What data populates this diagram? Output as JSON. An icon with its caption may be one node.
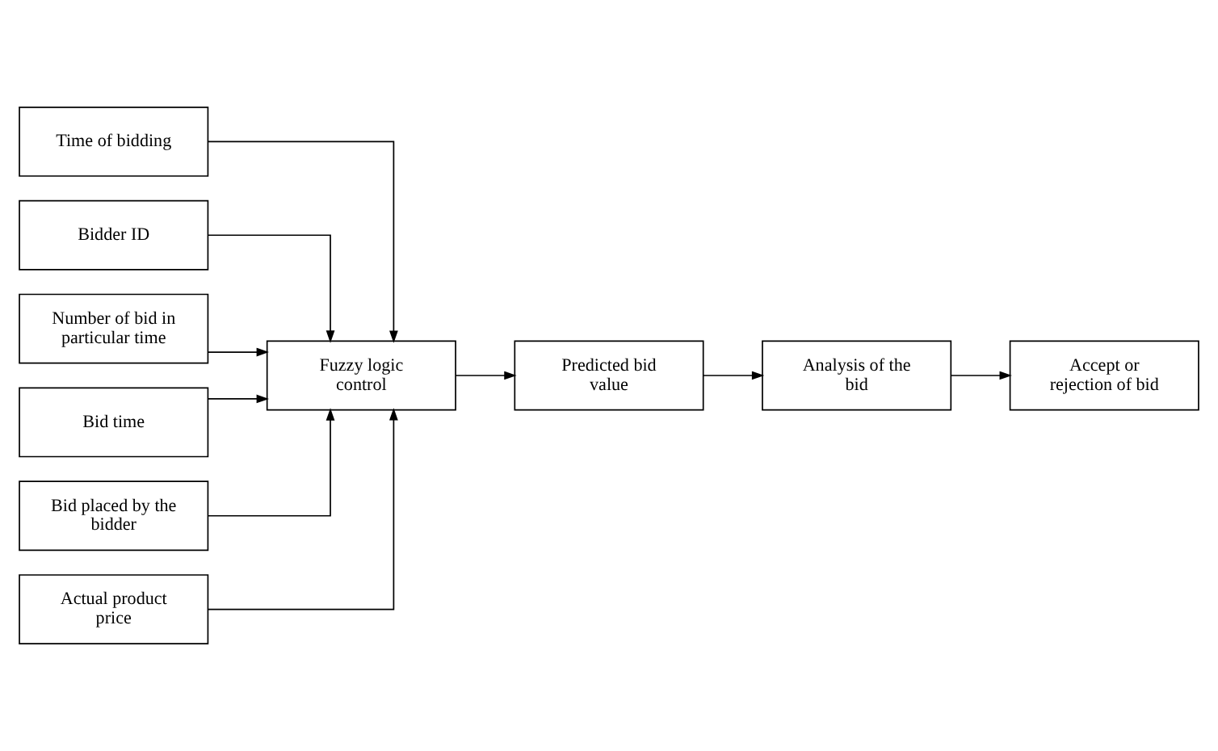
{
  "diagram": {
    "nodes": [
      {
        "text": [
          "Time of bidding"
        ]
      },
      {
        "text": [
          "Bidder ID"
        ]
      },
      {
        "text": [
          "Number of bid in particular time"
        ]
      },
      {
        "text": [
          "Bid time"
        ]
      },
      {
        "text": [
          "Bid placed by the bidder"
        ]
      },
      {
        "text": [
          "Predicted bid value"
        ]
      },
      {
        "text": [
          "Fuzzy logic control"
        ]
      },
      {
        "text": [
          "Actual product price"
        ]
      },
      {
        "text": [
          "Analysis of the bid"
        ]
      },
      {
        "text": [
          "Accept or rejection of bid"
        ]
      }
    ],
    "edges": [
      {
        "from": 0,
        "to": 6,
        "arrow": "to"
      },
      {
        "from": 1,
        "to": 6,
        "arrow": "to"
      },
      {
        "from": 2,
        "to": 6,
        "arrow": "to"
      },
      {
        "from": 3,
        "to": 6,
        "arrow": "to"
      },
      {
        "from": 4,
        "to": 6,
        "arrow": "to"
      },
      {
        "from": 6,
        "to": 5,
        "arrow": "to"
      },
      {
        "from": 7,
        "to": 6,
        "arrow": "to"
      },
      {
        "from": 5,
        "to": 8,
        "arrow": "to"
      },
      {
        "from": 8,
        "to": 9,
        "arrow": "to"
      }
    ]
  }
}
